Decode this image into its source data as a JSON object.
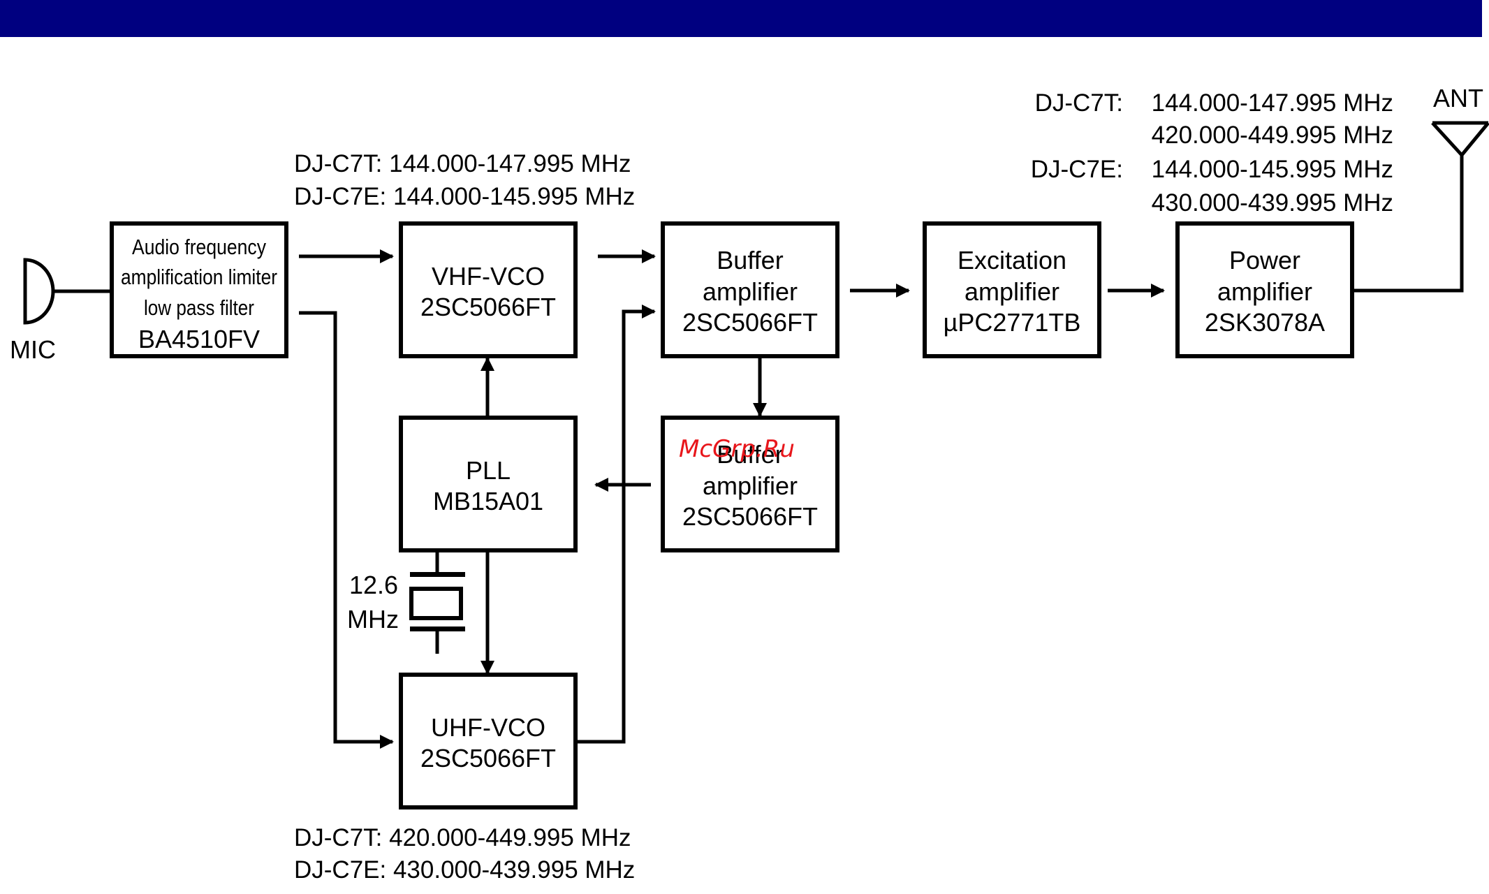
{
  "colors": {
    "header_bar": "#000080",
    "watermark": "#e8161b",
    "line": "#000000"
  },
  "labels": {
    "mic": "MIC",
    "ant": "ANT",
    "xtal_line1": "12.6",
    "xtal_line2": "MHz"
  },
  "blocks": {
    "audio": [
      "Audio frequency",
      "amplification limiter",
      "low pass filter",
      "BA4510FV"
    ],
    "vhf_vco": [
      "VHF-VCO",
      "2SC5066FT"
    ],
    "pll": [
      "PLL",
      "MB15A01"
    ],
    "uhf_vco": [
      "UHF-VCO",
      "2SC5066FT"
    ],
    "buffer1": [
      "Buffer",
      "amplifier",
      "2SC5066FT"
    ],
    "buffer2": [
      "Buffer",
      "amplifier",
      "2SC5066FT"
    ],
    "excitation": [
      "Excitation",
      "amplifier",
      "µPC2771TB"
    ],
    "power": [
      "Power",
      "amplifier",
      "2SK3078A"
    ]
  },
  "freq": {
    "vhf": [
      "DJ-C7T: 144.000-147.995 MHz",
      "DJ-C7E: 144.000-145.995 MHz"
    ],
    "uhf": [
      "DJ-C7T: 420.000-449.995 MHz",
      "DJ-C7E: 430.000-439.995 MHz"
    ],
    "out_c7t_prefix": "DJ-C7T:",
    "out_c7t_1": "144.000-147.995 MHz",
    "out_c7t_2": "420.000-449.995 MHz",
    "out_c7e_prefix": "DJ-C7E:",
    "out_c7e_1": "144.000-145.995 MHz",
    "out_c7e_2": "430.000-439.995 MHz"
  },
  "watermark": "McGrp.Ru"
}
